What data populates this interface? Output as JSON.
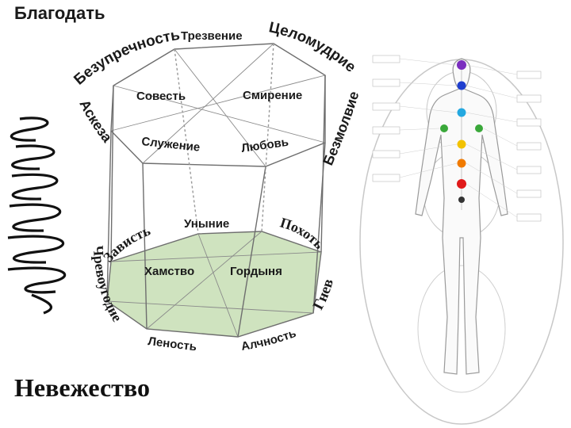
{
  "title": "Благодать",
  "bottom_title": "Невежество",
  "top_edge": {
    "bezuprechnost": "Безупречность",
    "trezvenie": "Трезвение",
    "tselomudrie": "Целомудрие"
  },
  "top_inner": {
    "sovest": "Совесть",
    "smirenie": "Смирение",
    "sluzhenie": "Служение",
    "lyubov": "Любовь"
  },
  "sides": {
    "askeza": "Аскеза",
    "bezmolvie": "Безмолвие",
    "cherevougodie": "Чревоугодие",
    "gnev": "Гнев"
  },
  "bottom_inner": {
    "unynie": "Уныние",
    "zavist": "Зависть",
    "pohot": "Похоть",
    "hamstvo": "Хамство",
    "gordynya": "Гордыня",
    "lenost": "Леность",
    "alchnost": "Алчность"
  },
  "colors": {
    "frame": "#6e6e6e",
    "top_face": "#ffffff",
    "bottom_face": "#cfe3bf",
    "chakras": [
      "#7b2fbf",
      "#1f3fcf",
      "#24a8e0",
      "#3aa83a",
      "#f2c200",
      "#f07a00",
      "#e01a1a"
    ]
  },
  "icons": {
    "spring": "spiral-spring-icon",
    "figure": "human-figure-chakra-icon"
  }
}
